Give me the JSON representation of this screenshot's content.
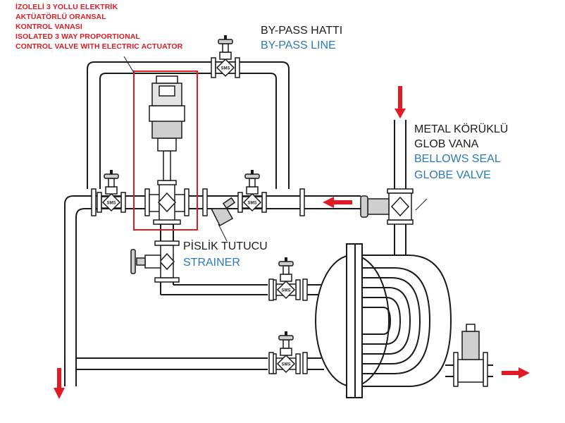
{
  "labels": {
    "control_valve": {
      "line1": "İZOLELİ 3 YOLLU ELEKTRİK",
      "line2": "AKTÜATÖRLÜ ORANSAL",
      "line3": "KONTROL VANASI",
      "line4": "ISOLATED 3 WAY PROPORTIONAL",
      "line5": "CONTROL VALVE WITH ELECTRIC ACTUATOR"
    },
    "bypass": {
      "tr": "BY-PASS HATTI",
      "en": "BY-PASS LINE"
    },
    "globe_valve": {
      "tr1": "METAL KÖRÜKLÜ",
      "tr2": "GLOB VANA",
      "en1": "BELLOWS SEAL",
      "en2": "GLOBE VALVE"
    },
    "strainer": {
      "tr": "PİSLİK TUTUCU",
      "en": "STRAINER"
    },
    "valve_badge": "SMS"
  },
  "colors": {
    "accent": "#e01b24",
    "line": "#1a1a1a",
    "blue_text": "#2a7ab8",
    "valve_fill": "#cfcfcf"
  }
}
